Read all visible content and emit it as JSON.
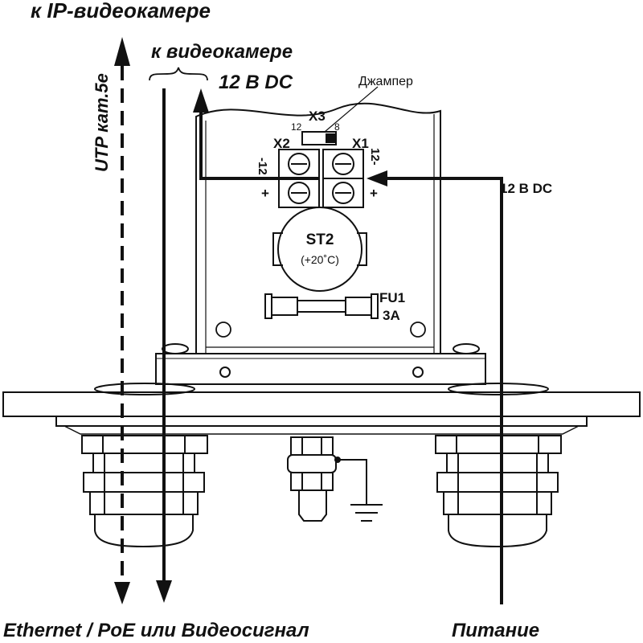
{
  "labels": {
    "to_ip_camera": "к IP-видеокамере",
    "to_camera": "к видеокамере",
    "v12_top": "12 В DC",
    "utp": "UTP кат.5е",
    "jumper": "Джампер",
    "x3": "X3",
    "x3_pin_left": "12",
    "x3_pin_right": "8",
    "x2": "X2",
    "x1": "X1",
    "x2_minus": "-12",
    "x2_plus": "+",
    "x1_minus": "12-",
    "x1_plus": "+",
    "v12_right": "12 В DC",
    "st2": "ST2",
    "st2_temp": "(+20˚C)",
    "fu1": "FU1",
    "fu1_rating": "3А",
    "bottom_left": "Ethernet / PoE или Видеосигнал",
    "bottom_right": "Питание"
  }
}
